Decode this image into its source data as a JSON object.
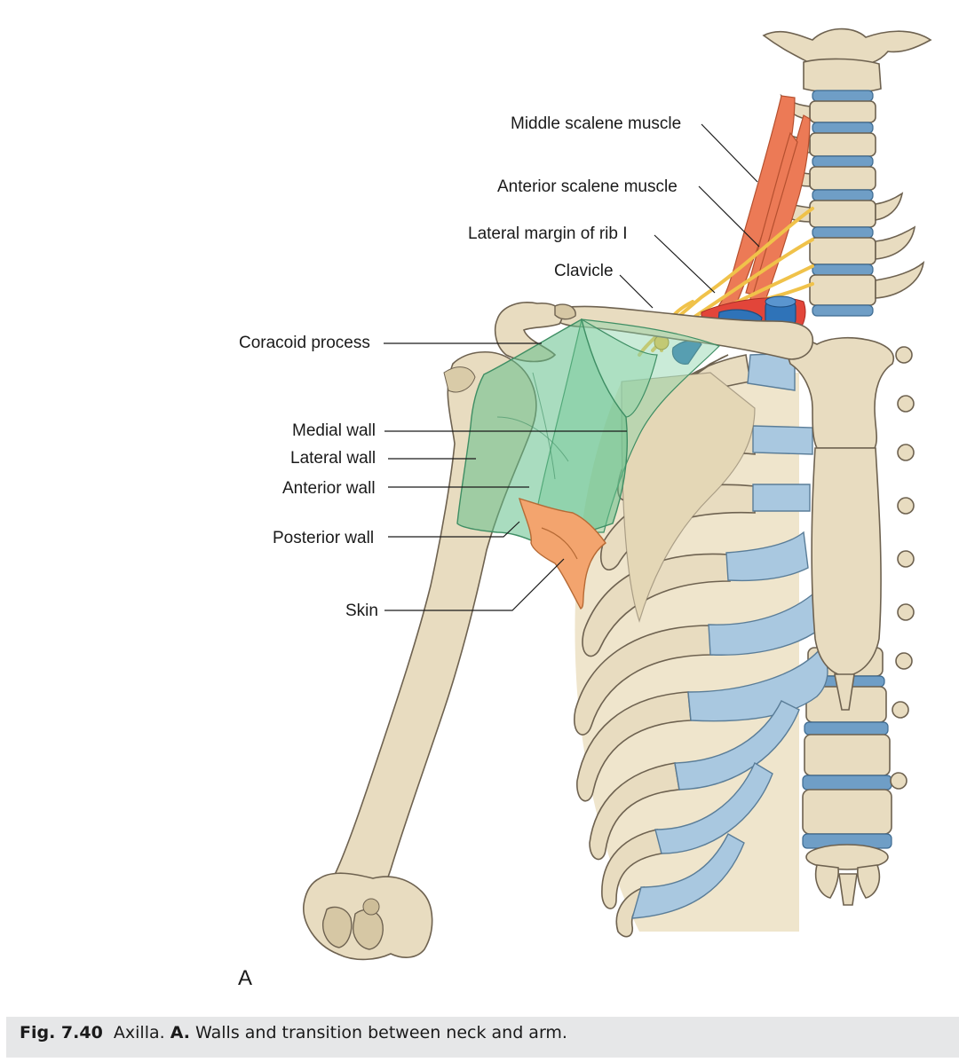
{
  "labels": {
    "middle_scalene": "Middle scalene muscle",
    "anterior_scalene": "Anterior scalene muscle",
    "lateral_margin_rib": "Lateral margin of rib I",
    "clavicle": "Clavicle",
    "coracoid": "Coracoid process",
    "medial_wall": "Medial wall",
    "lateral_wall": "Lateral wall",
    "anterior_wall": "Anterior wall",
    "posterior_wall": "Posterior wall",
    "skin": "Skin"
  },
  "panel_letter": "A",
  "caption": {
    "fig_number": "Fig. 7.40",
    "title": "Axilla.",
    "panel": "A.",
    "text": "Walls and transition between neck and arm."
  },
  "colors": {
    "bone": "#e8dcc0",
    "cartilage": "#a9c8e0",
    "muscle": "#ec7a56",
    "walls": "#62c08a",
    "skin": "#f3a46e",
    "nerve": "#f0c24a",
    "vein": "#2f73b8",
    "caption_bar": "#e6e7e8"
  }
}
